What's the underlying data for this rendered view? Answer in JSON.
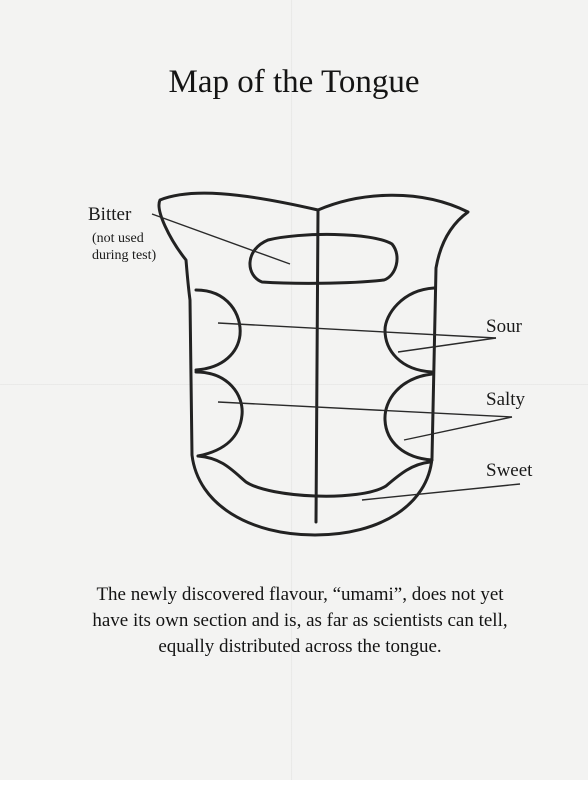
{
  "title": "Map of the Tongue",
  "labels": {
    "bitter": "Bitter",
    "bitter_note_line1": "(not used",
    "bitter_note_line2": "during test)",
    "sour": "Sour",
    "salty": "Salty",
    "sweet": "Sweet"
  },
  "caption": "The newly discovered flavour, “umami”, does not yet have its own section and is, as far as scientists can tell, equally distributed across the tongue."
}
